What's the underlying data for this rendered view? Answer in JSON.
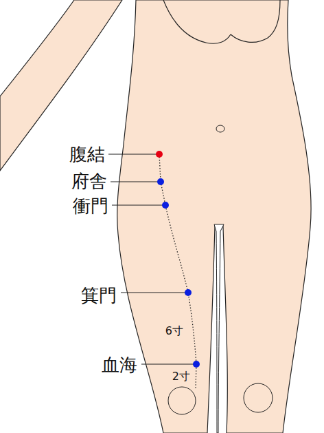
{
  "diagram": {
    "labels": [
      "腹結",
      "府舎",
      "衝門",
      "箕門",
      "6寸",
      "血海",
      "2寸"
    ]
  }
}
